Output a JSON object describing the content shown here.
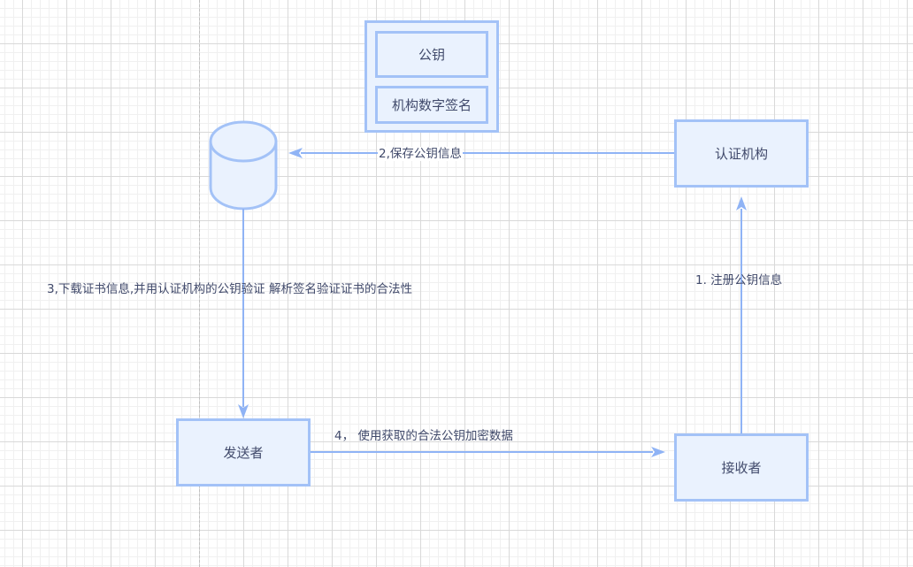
{
  "colors": {
    "node_fill": "#eaf2fe",
    "node_stroke": "#a3c2f7",
    "edge": "#8fb3f5",
    "text": "#414a6b",
    "grid_major": "#d9d9d9",
    "grid_minor": "#f0f0f0"
  },
  "nodes": {
    "certificate": {
      "public_key": "公钥",
      "signature": "机构数字签名"
    },
    "database": {
      "shape": "cylinder",
      "label": ""
    },
    "authority": "认证机构",
    "sender": "发送者",
    "receiver": "接收者"
  },
  "edges": {
    "register": "1. 注册公钥信息",
    "save": "2,保存公钥信息",
    "download_verify": "3,下载证书信息,并用认证机构的公钥验证 解析签名验证证书的合法性",
    "encrypt": "4，  使用获取的合法公钥加密数据"
  }
}
